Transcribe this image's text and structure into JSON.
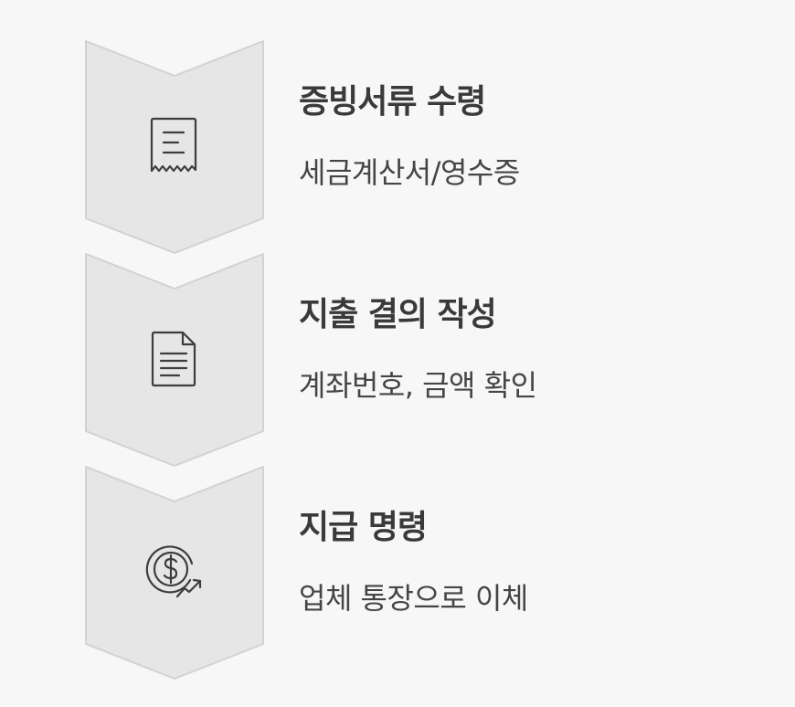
{
  "steps": [
    {
      "title": "증빙서류 수령",
      "description": "세금계산서/영수증",
      "icon": "receipt-icon"
    },
    {
      "title": "지출 결의 작성",
      "description": "계좌번호, 금액 확인",
      "icon": "document-icon"
    },
    {
      "title": "지급 명령",
      "description": "업체 통장으로 이체",
      "icon": "dollar-coin-growth-icon"
    }
  ],
  "colors": {
    "background": "#f7f7f7",
    "chevron_fill": "#e6e6e6",
    "chevron_stroke": "#d2d2d2",
    "icon_stroke": "#3d3d3d",
    "title_text": "#3a3a3a",
    "description_text": "#454545"
  }
}
